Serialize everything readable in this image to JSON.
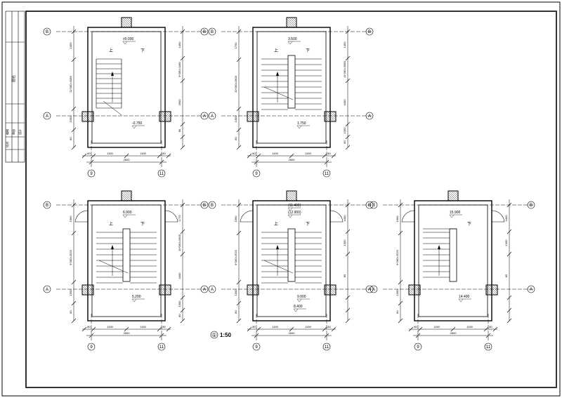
{
  "title_block": {
    "cells": [
      "图名",
      "编制",
      "审核",
      "设计",
      "校对"
    ]
  },
  "scale_label": "1:50",
  "scale_circle": "①",
  "plans": [
    {
      "axis_top": "B",
      "axis_mid": "A",
      "axis_left": "9",
      "axis_right": "11",
      "levels": [
        "±0.000",
        "-0.750"
      ],
      "up_label": "上",
      "down_label": "下",
      "dims_left": [
        "1450",
        "11*280=3080",
        "1300",
        "80"
      ],
      "dims_right": [
        "1450",
        "9*280=1180",
        "2600",
        "80"
      ],
      "dims_bottom": [
        "80",
        "1150",
        "1150",
        "80"
      ],
      "dim_total": "2600"
    },
    {
      "axis_top": "B",
      "axis_mid": "A",
      "axis_left": "9",
      "axis_right": "11",
      "levels": [
        "3.500",
        "1.750"
      ],
      "up_label": "上",
      "down_label": "下",
      "dims_left": [
        "1750",
        "10*280=2800",
        "1300",
        "80"
      ],
      "dims_right": [
        "1450",
        "11*280=3080",
        "4400",
        "1300",
        "80"
      ],
      "dims_bottom": [
        "80",
        "1150",
        "1150",
        "80"
      ],
      "dim_total": "2600"
    },
    {
      "axis_top": "B",
      "axis_mid": "A",
      "axis_left": "9",
      "axis_right": "11",
      "levels": [
        "6.900",
        "5.200"
      ],
      "up_label": "上",
      "down_label": "下",
      "dims_left": [
        "1960",
        "9*280=2520",
        "1300",
        "80"
      ],
      "dims_right": [
        "1770",
        "10*280=2800",
        "4400",
        "1300",
        "80"
      ],
      "dims_bottom": [
        "80",
        "1150",
        "1150",
        "80"
      ],
      "dim_total": "2600"
    },
    {
      "axis_top": "B",
      "axis_mid": "A",
      "axis_left": "9",
      "axis_right": "11",
      "levels": [
        "(12.900)",
        "9.900",
        "(11.400)",
        "8.400"
      ],
      "up_label": "上",
      "down_label": "下",
      "dims_left": [
        "1960",
        "9*280=2520",
        "1300",
        "80"
      ],
      "dims_right": [
        "4400",
        "1300",
        "80"
      ],
      "dims_bottom": [
        "80",
        "1150",
        "1150",
        "80"
      ],
      "dim_total": "2600"
    },
    {
      "axis_top": "B",
      "axis_mid": "A",
      "axis_left": "9",
      "axis_right": "11",
      "levels": [
        "15.900",
        "14.400"
      ],
      "up_label": "",
      "down_label": "下",
      "dims_left": [
        "1960",
        "9*280=2520",
        "1300",
        "80"
      ],
      "dims_right": [
        "4400",
        "1300",
        "80"
      ],
      "dims_bottom": [
        "80",
        "1150",
        "1150",
        "80"
      ],
      "dim_total": "2600"
    }
  ]
}
